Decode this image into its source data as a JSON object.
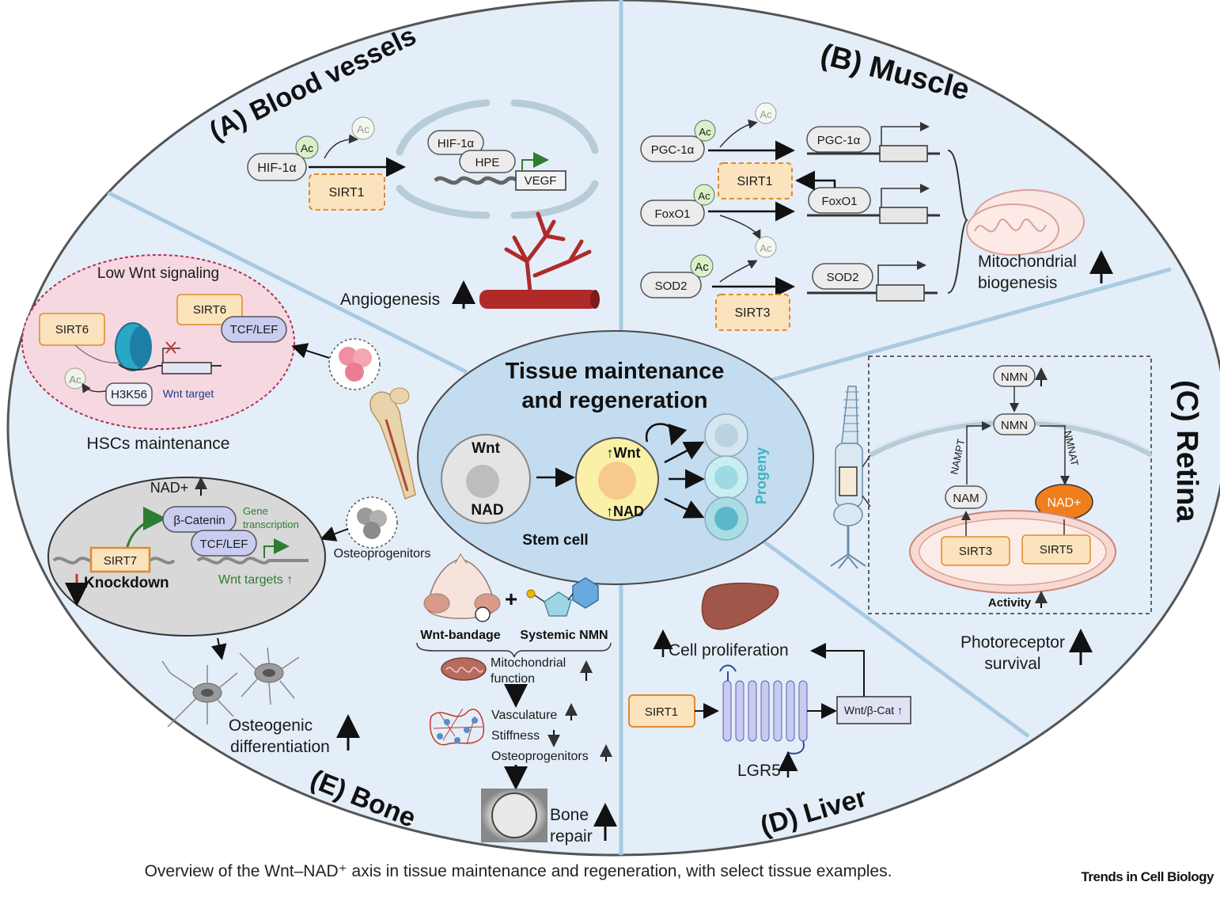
{
  "center": {
    "title_line1": "Tissue maintenance",
    "title_line2": "and regeneration",
    "wnt": "Wnt",
    "nad": "NAD",
    "wnt_up": "↑Wnt",
    "nad_up": "↑NAD",
    "stem_cell": "Stem cell",
    "progeny": "Progeny"
  },
  "blood": {
    "title": "(A) Blood vessels",
    "hif": "HIF-1α",
    "ac": "Ac",
    "sirt1": "SIRT1",
    "hif_nuc": "HIF-1α",
    "hpe": "HPE",
    "vegf": "VEGF",
    "angiogenesis": "Angiogenesis"
  },
  "muscle": {
    "title": "(B) Muscle",
    "pgc": "PGC-1α",
    "foxo": "FoxO1",
    "sod": "SOD2",
    "ac": "Ac",
    "sirt1": "SIRT1",
    "sirt3": "SIRT3",
    "mito_line1": "Mitochondrial",
    "mito_line2": "biogenesis"
  },
  "retina": {
    "title": "(C) Retina",
    "nmn_top": "NMN",
    "nmn": "NMN",
    "nampt": "NAMPT",
    "nmnat": "NMNAT",
    "nam": "NAM",
    "nad": "NAD+",
    "sirt3": "SIRT3",
    "sirt5": "SIRT5",
    "activity": "Activity",
    "photo_line1": "Photoreceptor",
    "photo_line2": "survival"
  },
  "liver": {
    "title": "(D) Liver",
    "cell_prolif": "Cell proliferation",
    "sirt1": "SIRT1",
    "wnt_bcat": "Wnt/β-Cat ↑",
    "lgr5": "LGR5"
  },
  "bone": {
    "title": "(E) Bone",
    "low_wnt": "Low Wnt signaling",
    "sirt6a": "SIRT6",
    "sirt6b": "SIRT6",
    "tcf": "TCF/LEF",
    "ac": "Ac",
    "h3k56": "H3K56",
    "wnt_target": "Wnt target",
    "hsc": "HSCs maintenance",
    "nad_up": "NAD+",
    "bcat": "β-Catenin",
    "gene_tr1": "Gene",
    "gene_tr2": "transcription",
    "tcf2": "TCF/LEF",
    "sirt7": "SIRT7",
    "knockdown": "Knockdown",
    "wnt_targets": "Wnt targets ↑",
    "osteoprog": "Osteoprogenitors",
    "osteo_line1": "Osteogenic",
    "osteo_line2": "differentiation",
    "wnt_bandage": "Wnt-bandage",
    "systemic_nmn": "Systemic NMN",
    "mito1": "Mitochondrial",
    "mito2": "function",
    "vasc": "Vasculature",
    "stiff": "Stiffness",
    "osteoprog2": "Osteoprogenitors",
    "bone1": "Bone",
    "bone2": "repair"
  },
  "caption": "Overview of the Wnt–NAD⁺ axis in tissue maintenance and regeneration, with select tissue examples.",
  "brand": "Trends in Cell Biology"
}
